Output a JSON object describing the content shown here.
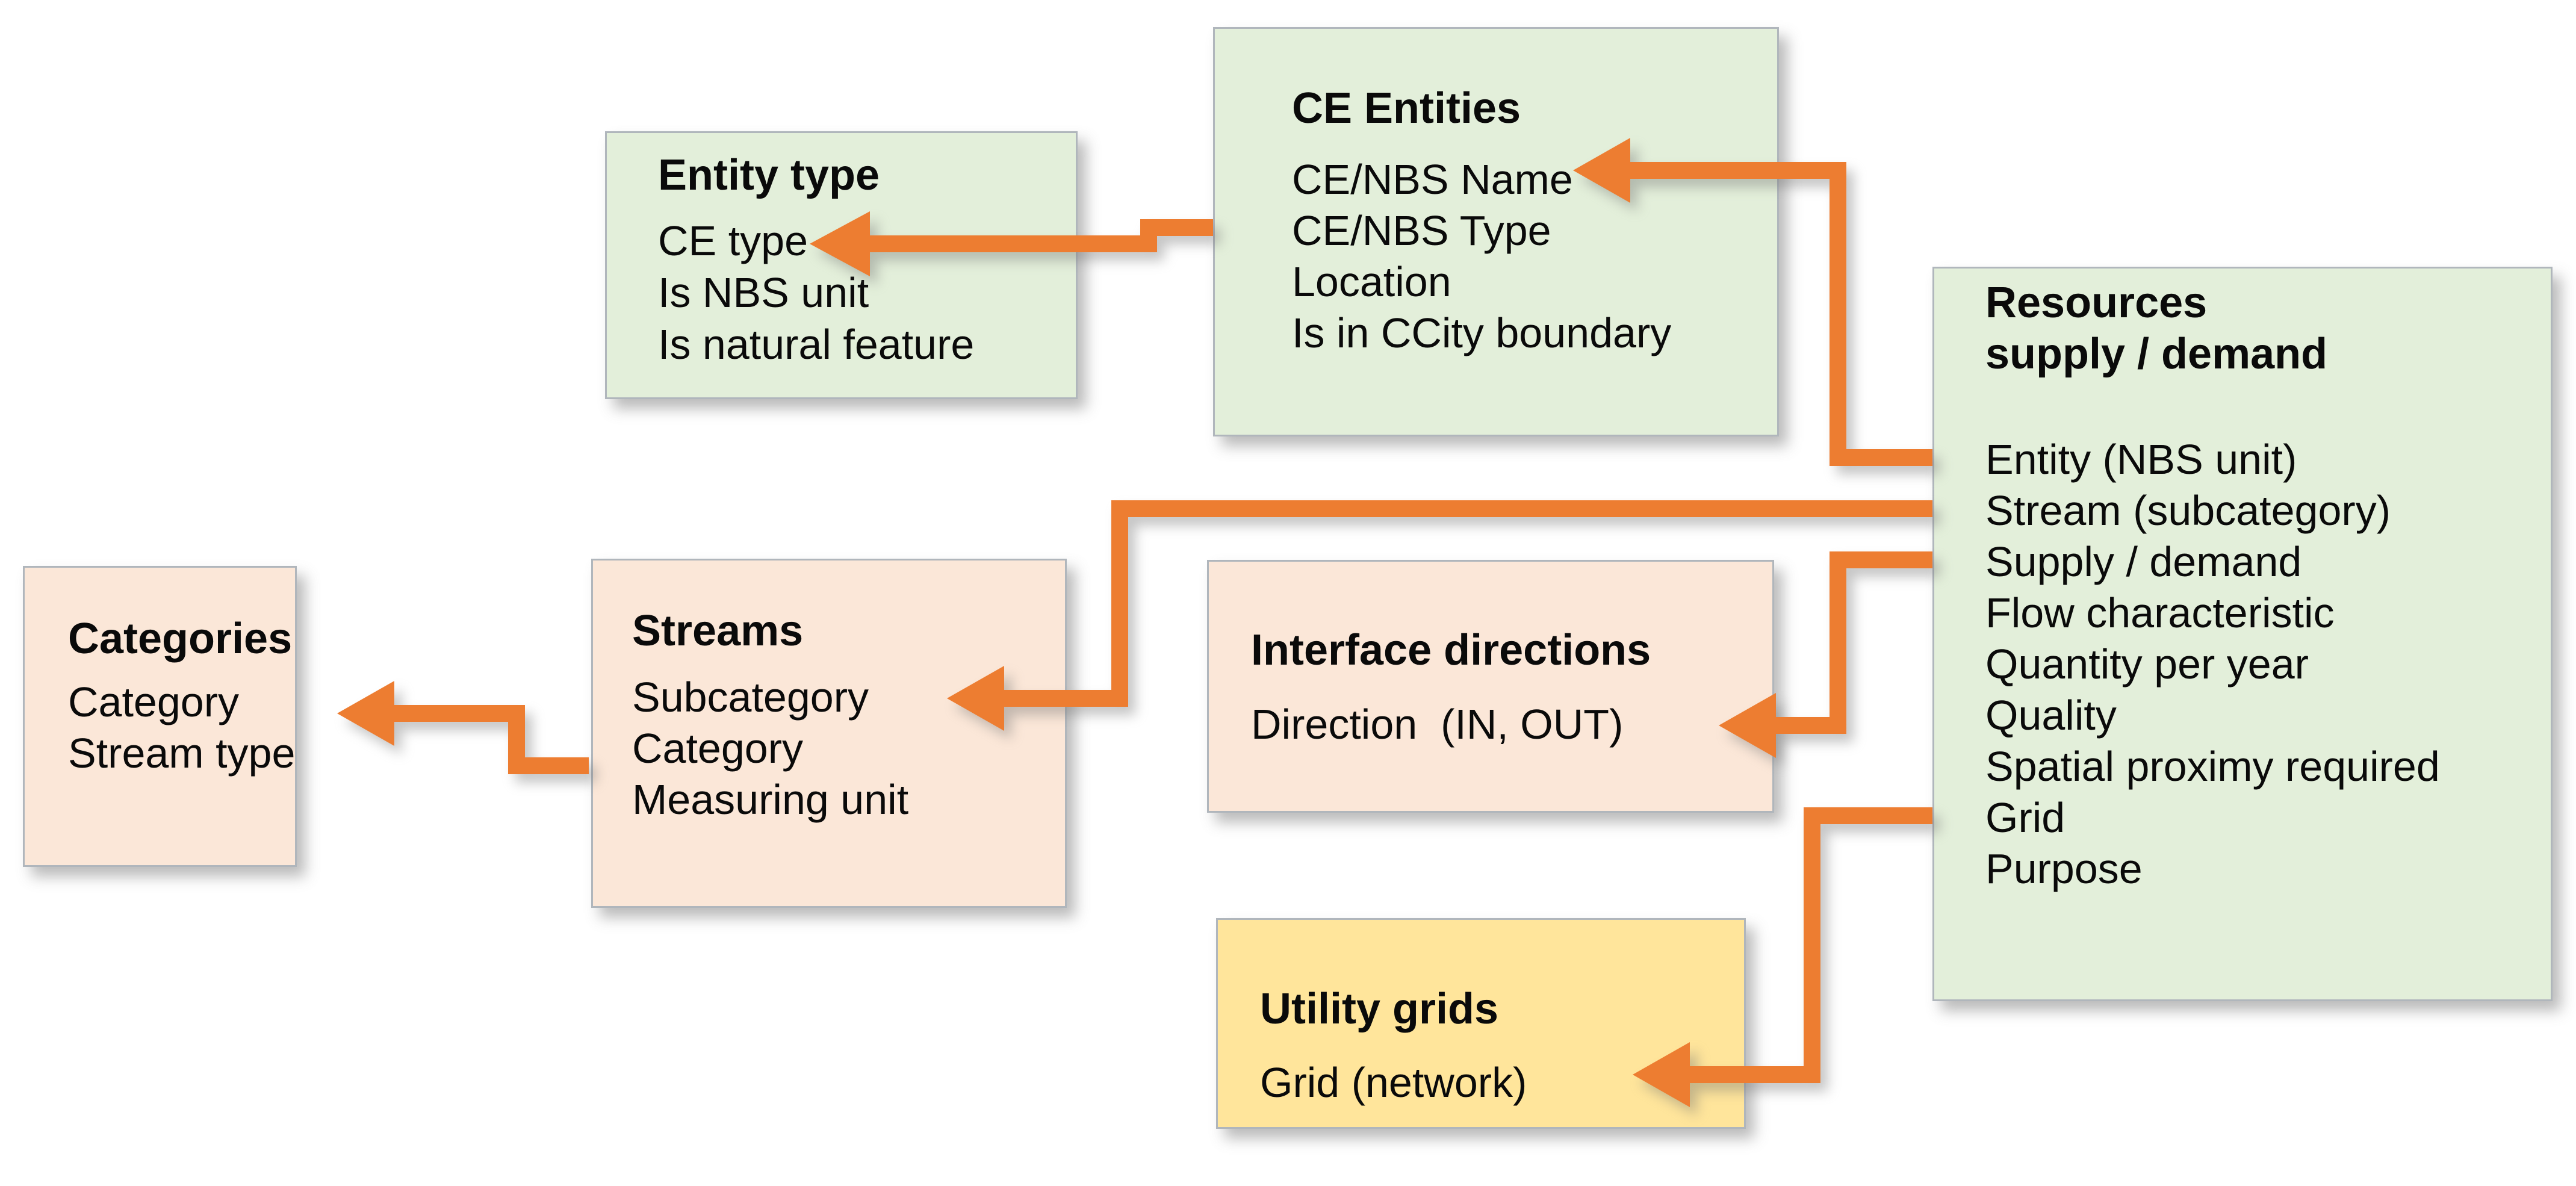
{
  "diagram": {
    "type": "entity-relationship-diagram",
    "colors": {
      "arrow_orange": "#ed7d31",
      "box_green": "#e3efda",
      "box_peach": "#fbe7d8",
      "box_yellow": "#ffe59b",
      "border_gray": "#b0b6bc",
      "text_black": "#0a0a0a",
      "background": "#ffffff"
    },
    "boxes": [
      {
        "id": "entity-type",
        "color": "green",
        "title": "Entity type",
        "items": [
          "CE type",
          "Is NBS unit",
          "Is natural feature"
        ]
      },
      {
        "id": "ce-entities",
        "color": "green",
        "title": "CE Entities",
        "items": [
          "CE/NBS Name",
          "CE/NBS Type",
          "Location",
          "Is in CCity boundary"
        ]
      },
      {
        "id": "resources",
        "color": "green",
        "title_line1": "Resources",
        "title_line2": "supply / demand",
        "items": [
          "Entity (NBS unit)",
          "Stream (subcategory)",
          "Supply / demand",
          "Flow characteristic",
          "Quantity per year",
          "Quality",
          "Spatial proximy required",
          "Grid",
          "Purpose"
        ]
      },
      {
        "id": "categories",
        "color": "peach",
        "title": "Categories",
        "items": [
          "Category",
          "Stream type"
        ]
      },
      {
        "id": "streams",
        "color": "peach",
        "title": "Streams",
        "items": [
          "Subcategory",
          "Category",
          "Measuring unit"
        ]
      },
      {
        "id": "interface-directions",
        "color": "peach",
        "title": "Interface directions",
        "items": [
          "Direction  (IN, OUT)"
        ]
      },
      {
        "id": "utility-grids",
        "color": "yellow",
        "title": "Utility grids",
        "items": [
          "Grid (network)"
        ]
      }
    ],
    "connectors": [
      {
        "from_box": "CE Entities",
        "from_field": "CE/NBS Type",
        "to_box": "Entity type",
        "to_field": "CE type"
      },
      {
        "from_box": "Resources supply / demand",
        "from_field": "Entity (NBS unit)",
        "to_box": "CE Entities",
        "to_field": "CE/NBS Name"
      },
      {
        "from_box": "Resources supply / demand",
        "from_field": "Stream (subcategory)",
        "to_box": "Streams",
        "to_field": "Subcategory"
      },
      {
        "from_box": "Resources supply / demand",
        "from_field": "Supply / demand",
        "to_box": "Interface directions",
        "to_field": "Direction  (IN, OUT)"
      },
      {
        "from_box": "Resources supply / demand",
        "from_field": "Grid",
        "to_box": "Utility grids",
        "to_field": "Grid (network)"
      },
      {
        "from_box": "Streams",
        "from_field": "Category",
        "to_box": "Categories",
        "to_field": "Category"
      }
    ]
  }
}
